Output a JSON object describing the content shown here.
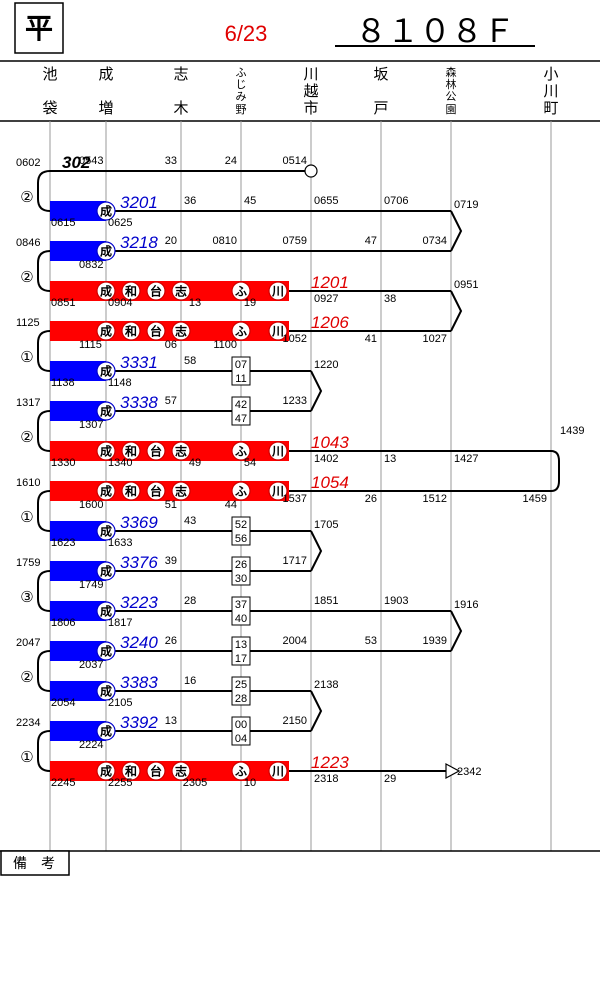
{
  "header": {
    "day_type": "平",
    "date": "6/23",
    "formation": "８１０８Ｆ"
  },
  "remarks_label": "備　考",
  "stations": [
    {
      "id": "ikebukuro",
      "label": "池袋"
    },
    {
      "id": "narimasu",
      "label": "成増"
    },
    {
      "id": "shiki",
      "label": "志木"
    },
    {
      "id": "fujimino",
      "label": "ふじみ野"
    },
    {
      "id": "kawagoeshi",
      "label": "川越市"
    },
    {
      "id": "sakado",
      "label": "坂戸"
    },
    {
      "id": "shinrinkoen",
      "label": "森林公園"
    },
    {
      "id": "ogawamachi",
      "label": "小川町"
    }
  ],
  "colors": {
    "express": "#ff0000",
    "local": "#0000ff",
    "number_express": "#e00000",
    "number_local": "#0000cc",
    "date": "#e00000",
    "line": "#000000"
  },
  "stop_badges": [
    "成",
    "和",
    "台",
    "志",
    "ふ",
    "川"
  ],
  "layover_marks": [
    {
      "row": 0,
      "text": "0602",
      "circle": "②"
    },
    {
      "row": 2,
      "text": "0846",
      "circle": "②"
    },
    {
      "row": 4,
      "text": "1125",
      "circle": "①"
    },
    {
      "row": 6,
      "text": "1317",
      "circle": "②"
    },
    {
      "row": 8,
      "text": "1610",
      "circle": "①"
    },
    {
      "row": 10,
      "text": "1759",
      "circle": "③"
    },
    {
      "row": 12,
      "text": "2047",
      "circle": "②"
    },
    {
      "row": 14,
      "text": "2234",
      "circle": "①"
    }
  ],
  "trains": [
    {
      "number": "302",
      "kind": "deadhead",
      "from": "kawagoeshi",
      "to": "ikebukuro",
      "terminal_mark": "circle",
      "times": [
        {
          "t": "0543",
          "at": "ikebukuro_r"
        },
        {
          "t": "33",
          "at": "shiki_l"
        },
        {
          "t": "24",
          "at": "fujimino_l"
        },
        {
          "t": "0514",
          "at": "kawagoeshi_l"
        }
      ]
    },
    {
      "number": "3201",
      "kind": "local",
      "from": "ikebukuro",
      "to": "shinrinkoen",
      "badges": [
        "成"
      ],
      "times": [
        {
          "t": "0615",
          "at": "ikebukuro_below"
        },
        {
          "t": "0625",
          "at": "narimasu_below"
        },
        {
          "t": "36",
          "at": "shiki_r"
        },
        {
          "t": "45",
          "at": "fujimino_r"
        },
        {
          "t": "0655",
          "at": "kawagoeshi_r"
        },
        {
          "t": "0706",
          "at": "sakado_r"
        },
        {
          "t": "0719",
          "at": "shinrinkoen_top"
        }
      ]
    },
    {
      "number": "3218",
      "kind": "local",
      "from": "shinrinkoen",
      "to": "ikebukuro",
      "badges": [
        "成"
      ],
      "times": [
        {
          "t": "0832",
          "at": "ikebukuro_r_below"
        },
        {
          "t": "20",
          "at": "shiki_l"
        },
        {
          "t": "0810",
          "at": "fujimino_l"
        },
        {
          "t": "0759",
          "at": "kawagoeshi_l"
        },
        {
          "t": "47",
          "at": "sakado_l"
        },
        {
          "t": "0734",
          "at": "shinrinkoen_l"
        }
      ]
    },
    {
      "number": "1201",
      "kind": "express",
      "from": "ikebukuro",
      "to": "shinrinkoen",
      "badges": [
        "成",
        "和",
        "台",
        "志",
        "ふ",
        "川"
      ],
      "times": [
        {
          "t": "0851",
          "at": "ikebukuro_below"
        },
        {
          "t": "0904",
          "at": "narimasu_below"
        },
        {
          "t": "13",
          "at": "shiki_below"
        },
        {
          "t": "19",
          "at": "fujimino_below"
        },
        {
          "t": "0927",
          "at": "kawagoeshi_r"
        },
        {
          "t": "38",
          "at": "sakado_r"
        },
        {
          "t": "0951",
          "at": "shinrinkoen_top"
        }
      ]
    },
    {
      "number": "1206",
      "kind": "express",
      "from": "shinrinkoen",
      "to": "ikebukuro",
      "badges": [
        "成",
        "和",
        "台",
        "志",
        "ふ",
        "川"
      ],
      "times": [
        {
          "t": "1115",
          "at": "ikebukuro_r_below"
        },
        {
          "t": "06",
          "at": "shiki_l_below"
        },
        {
          "t": "1100",
          "at": "fujimino_l_below"
        },
        {
          "t": "1052",
          "at": "kawagoeshi_l"
        },
        {
          "t": "41",
          "at": "sakado_l"
        },
        {
          "t": "1027",
          "at": "shinrinkoen_l"
        }
      ]
    },
    {
      "number": "3331",
      "kind": "local",
      "from": "ikebukuro",
      "to": "kawagoeshi",
      "badges": [
        "成"
      ],
      "box": [
        "07",
        "11"
      ],
      "times": [
        {
          "t": "1138",
          "at": "ikebukuro_below"
        },
        {
          "t": "1148",
          "at": "narimasu_below"
        },
        {
          "t": "58",
          "at": "shiki_r"
        },
        {
          "t": "1220",
          "at": "kawagoeshi_top"
        }
      ]
    },
    {
      "number": "3338",
      "kind": "local",
      "from": "kawagoeshi",
      "to": "ikebukuro",
      "badges": [
        "成"
      ],
      "box": [
        "42",
        "47"
      ],
      "times": [
        {
          "t": "1307",
          "at": "ikebukuro_r_below"
        },
        {
          "t": "57",
          "at": "shiki_l"
        },
        {
          "t": "1233",
          "at": "kawagoeshi_l"
        }
      ]
    },
    {
      "number": "1043",
      "kind": "express",
      "from": "ikebukuro",
      "to": "ogawamachi",
      "badges": [
        "成",
        "和",
        "台",
        "志",
        "ふ",
        "川"
      ],
      "times": [
        {
          "t": "1330",
          "at": "ikebukuro_below"
        },
        {
          "t": "1340",
          "at": "narimasu_below"
        },
        {
          "t": "49",
          "at": "shiki_below"
        },
        {
          "t": "54",
          "at": "fujimino_below"
        },
        {
          "t": "1402",
          "at": "kawagoeshi_r"
        },
        {
          "t": "13",
          "at": "sakado_r"
        },
        {
          "t": "1427",
          "at": "shinrinkoen_r"
        },
        {
          "t": "1439",
          "at": "ogawamachi_top"
        }
      ]
    },
    {
      "number": "1054",
      "kind": "express",
      "from": "ogawamachi",
      "to": "ikebukuro",
      "badges": [
        "成",
        "和",
        "台",
        "志",
        "ふ",
        "川"
      ],
      "times": [
        {
          "t": "1600",
          "at": "ikebukuro_r_below"
        },
        {
          "t": "51",
          "at": "shiki_l_below"
        },
        {
          "t": "44",
          "at": "fujimino_l_below"
        },
        {
          "t": "1537",
          "at": "kawagoeshi_l"
        },
        {
          "t": "26",
          "at": "sakado_l"
        },
        {
          "t": "1512",
          "at": "shinrinkoen_l"
        },
        {
          "t": "1459",
          "at": "ogawamachi_l"
        }
      ]
    },
    {
      "number": "3369",
      "kind": "local",
      "from": "ikebukuro",
      "to": "kawagoeshi",
      "badges": [
        "成"
      ],
      "box": [
        "52",
        "56"
      ],
      "times": [
        {
          "t": "1623",
          "at": "ikebukuro_below"
        },
        {
          "t": "1633",
          "at": "narimasu_below"
        },
        {
          "t": "43",
          "at": "shiki_r"
        },
        {
          "t": "1705",
          "at": "kawagoeshi_top"
        }
      ]
    },
    {
      "number": "3376",
      "kind": "local",
      "from": "kawagoeshi",
      "to": "ikebukuro",
      "badges": [
        "成"
      ],
      "box": [
        "26",
        "30"
      ],
      "times": [
        {
          "t": "1749",
          "at": "ikebukuro_r_below"
        },
        {
          "t": "39",
          "at": "shiki_l"
        },
        {
          "t": "1717",
          "at": "kawagoeshi_l"
        }
      ]
    },
    {
      "number": "3223",
      "kind": "local",
      "from": "ikebukuro",
      "to": "shinrinkoen",
      "badges": [
        "成"
      ],
      "box": [
        "37",
        "40"
      ],
      "times": [
        {
          "t": "1806",
          "at": "ikebukuro_below"
        },
        {
          "t": "1817",
          "at": "narimasu_below"
        },
        {
          "t": "28",
          "at": "shiki_r"
        },
        {
          "t": "1851",
          "at": "kawagoeshi_r"
        },
        {
          "t": "1903",
          "at": "sakado_r"
        },
        {
          "t": "1916",
          "at": "shinrinkoen_top"
        }
      ]
    },
    {
      "number": "3240",
      "kind": "local",
      "from": "shinrinkoen",
      "to": "ikebukuro",
      "badges": [
        "成"
      ],
      "box": [
        "13",
        "17"
      ],
      "times": [
        {
          "t": "2037",
          "at": "ikebukuro_r_below"
        },
        {
          "t": "26",
          "at": "shiki_l"
        },
        {
          "t": "2004",
          "at": "kawagoeshi_l"
        },
        {
          "t": "53",
          "at": "sakado_l"
        },
        {
          "t": "1939",
          "at": "shinrinkoen_l"
        }
      ]
    },
    {
      "number": "3383",
      "kind": "local",
      "from": "ikebukuro",
      "to": "kawagoeshi",
      "badges": [
        "成"
      ],
      "box": [
        "25",
        "28"
      ],
      "times": [
        {
          "t": "2054",
          "at": "ikebukuro_below"
        },
        {
          "t": "2105",
          "at": "narimasu_below"
        },
        {
          "t": "16",
          "at": "shiki_r"
        },
        {
          "t": "2138",
          "at": "kawagoeshi_top"
        }
      ]
    },
    {
      "number": "3392",
      "kind": "local",
      "from": "kawagoeshi",
      "to": "ikebukuro",
      "badges": [
        "成"
      ],
      "box": [
        "00",
        "04"
      ],
      "times": [
        {
          "t": "2224",
          "at": "ikebukuro_r_below"
        },
        {
          "t": "13",
          "at": "shiki_l"
        },
        {
          "t": "2150",
          "at": "kawagoeshi_l"
        }
      ]
    },
    {
      "number": "1223",
      "kind": "express",
      "from": "ikebukuro",
      "to": "shinrinkoen",
      "badges": [
        "成",
        "和",
        "台",
        "志",
        "ふ",
        "川"
      ],
      "terminal_mark": "triangle",
      "times": [
        {
          "t": "2245",
          "at": "ikebukuro_below"
        },
        {
          "t": "2255",
          "at": "narimasu_below"
        },
        {
          "t": "2305",
          "at": "shiki_below"
        },
        {
          "t": "10",
          "at": "fujimino_below"
        },
        {
          "t": "2318",
          "at": "kawagoeshi_r"
        },
        {
          "t": "29",
          "at": "sakado_r"
        },
        {
          "t": "2342",
          "at": "shinrinkoen_end"
        }
      ]
    }
  ]
}
